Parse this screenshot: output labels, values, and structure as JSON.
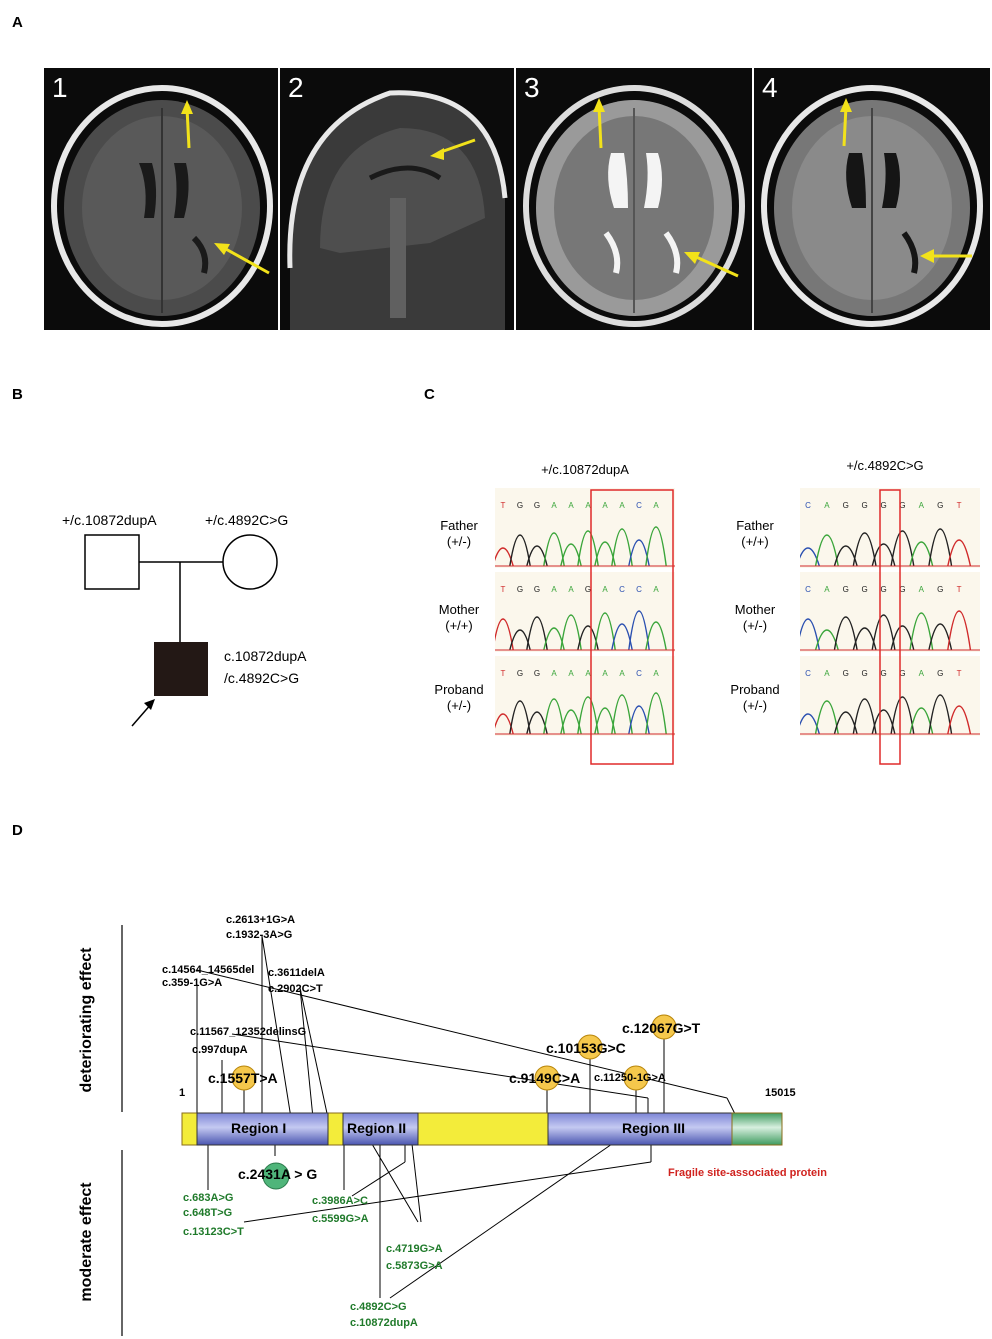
{
  "panels": {
    "a": "A",
    "b": "B",
    "c": "C",
    "d": "D"
  },
  "mri": {
    "labels": [
      "1",
      "2",
      "3",
      "4"
    ]
  },
  "pedigree": {
    "father_genotype": "+/c.10872dupA",
    "mother_genotype": "+/c.4892C>G",
    "proband_genotype_1": "c.10872dupA",
    "proband_genotype_2": "/c.4892C>G"
  },
  "sequencing": {
    "left_title": "+/c.10872dupA",
    "right_title": "+/c.4892C>G",
    "left_rows": [
      {
        "name": "Father",
        "geno": "(+/-)"
      },
      {
        "name": "Mother",
        "geno": "(+/+)"
      },
      {
        "name": "Proband",
        "geno": "(+/-)"
      }
    ],
    "right_rows": [
      {
        "name": "Father",
        "geno": "(+/+)"
      },
      {
        "name": "Mother",
        "geno": "(+/-)"
      },
      {
        "name": "Proband",
        "geno": "(+/-)"
      }
    ],
    "left_bases": [
      [
        "T",
        "G",
        "G",
        "A",
        "A",
        "A",
        "A",
        "A",
        "C",
        "A"
      ],
      [
        "T",
        "G",
        "G",
        "A",
        "A",
        "G",
        "A",
        "C",
        "C",
        "A"
      ],
      [
        "T",
        "G",
        "G",
        "A",
        "A",
        "A",
        "A",
        "A",
        "C",
        "A"
      ]
    ],
    "right_bases": [
      [
        "C",
        "A",
        "G",
        "G",
        "G",
        "G",
        "A",
        "G",
        "T"
      ],
      [
        "C",
        "A",
        "G",
        "G",
        "G",
        "G",
        "A",
        "G",
        "T"
      ],
      [
        "C",
        "A",
        "G",
        "G",
        "G",
        "G",
        "A",
        "G",
        "T"
      ]
    ]
  },
  "protein": {
    "deteriorating_label": "deteriorating effect",
    "moderate_label": "moderate effect",
    "start": "1",
    "end": "15015",
    "region_1": "Region I",
    "region_2": "Region II",
    "region_3": "Region III",
    "fragile_label": "Fragile site-associated protein",
    "deteriorating_variants": [
      "c.2613+1G>A",
      "c.1932-3A>G",
      "c.14564_14565del",
      "c.359-1G>A",
      "c.3611delA",
      "c.2902C>T",
      "c.11567_12352delinsG",
      "c.997dupA",
      "c.1557T>A",
      "c.9149C>A",
      "c.10153G>C",
      "c.11250-1G>A",
      "c.12067G>T"
    ],
    "moderate_variants": [
      "c.2431A > G",
      "c.683A>G",
      "c.648T>G",
      "c.13123C>T",
      "c.3986A>C",
      "c.5599G>A",
      "c.4719G>A",
      "c.5873G>A",
      "c.4892C>G",
      "c.10872dupA"
    ]
  },
  "colors": {
    "arrow": "#f2e21a",
    "region": "#4a55b0",
    "domain_yellow": "#f3ec3a",
    "domain_green": "#3f9b5f",
    "circle_orange": "#f5c84c",
    "circle_green": "#4fb57a",
    "moderate_text": "#1f7a2a",
    "fragile_text": "#d0231f",
    "highlight_box": "#e02a2a"
  }
}
